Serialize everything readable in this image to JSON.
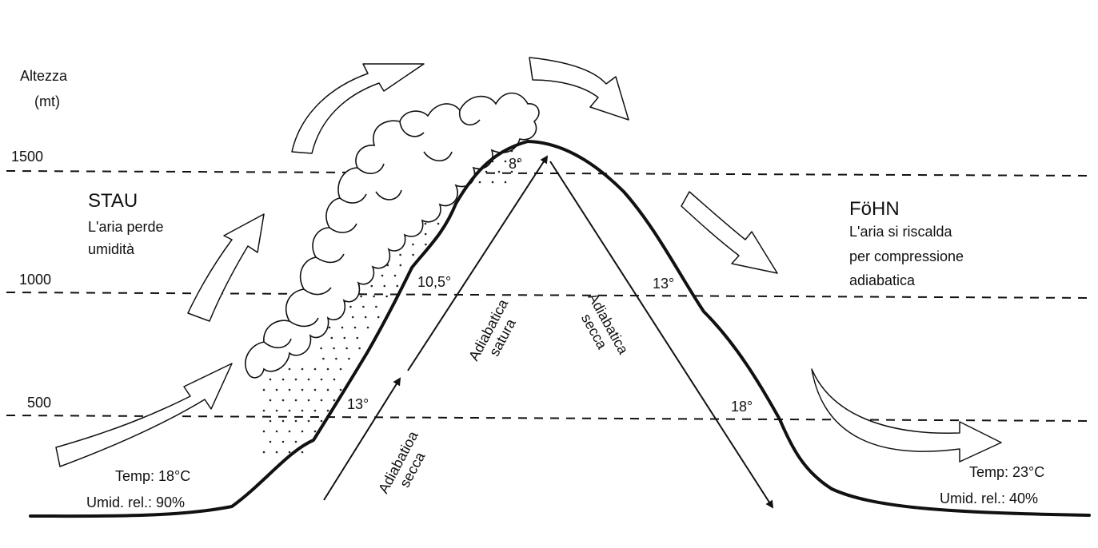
{
  "axis": {
    "title_line1": "Altezza",
    "title_line2": "(mt)",
    "levels": [
      "1500",
      "1000",
      "500"
    ]
  },
  "stau": {
    "title": "STAU",
    "line1": "L'aria perde",
    "line2": "umidità"
  },
  "fohn": {
    "title": "FöHN",
    "line1": "L'aria si riscalda",
    "line2": "per compressione",
    "line3": "adiabatica"
  },
  "windward": {
    "temp": "Temp: 18°C",
    "humidity": "Umid. rel.: 90%"
  },
  "leeward": {
    "temp": "Temp: 23°C",
    "humidity": "Umid. rel.: 40%"
  },
  "temperatures": {
    "summit": "8°",
    "windward_1000": "10,5°",
    "windward_500": "13°",
    "leeward_1000": "13°",
    "leeward_500": "18°"
  },
  "lapse": {
    "up_dry_line1": "Adiabatioa",
    "up_dry_line2": "secca",
    "up_saturated_line1": "Adiabatica",
    "up_saturated_line2": "satura",
    "down_dry_line1": "Adiabatica",
    "down_dry_line2": "secca"
  }
}
